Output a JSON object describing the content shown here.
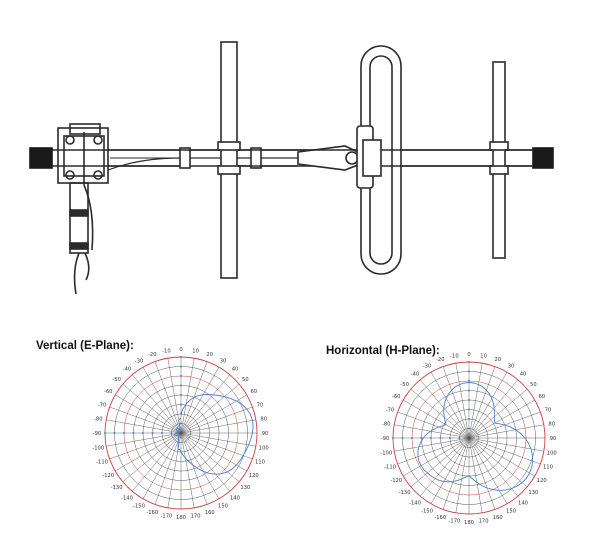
{
  "plots": [
    {
      "title": "Vertical (E-Plane):",
      "ring_color": "#d04040",
      "pattern_color": "#4a7fd0",
      "pattern_shape": "single-lobe",
      "angle_labels": [
        "0",
        "10",
        "20",
        "30",
        "40",
        "50",
        "60",
        "70",
        "80",
        "90",
        "100",
        "110",
        "120",
        "130",
        "140",
        "150",
        "160",
        "170",
        "180",
        "-170",
        "-160",
        "-150",
        "-140",
        "-130",
        "-120",
        "-110",
        "-100",
        "-90",
        "-80",
        "-70",
        "-60",
        "-50",
        "-40",
        "-30",
        "-20",
        "-10"
      ]
    },
    {
      "title": "Horizontal (H-Plane):",
      "ring_color": "#d04040",
      "pattern_color": "#4a7fd0",
      "pattern_shape": "multi-lobe",
      "angle_labels": [
        "0",
        "10",
        "20",
        "30",
        "40",
        "50",
        "60",
        "70",
        "80",
        "90",
        "100",
        "110",
        "120",
        "130",
        "140",
        "150",
        "160",
        "170",
        "180",
        "-170",
        "-160",
        "-150",
        "-140",
        "-130",
        "-120",
        "-110",
        "-100",
        "-90",
        "-80",
        "-70",
        "-60",
        "-50",
        "-40",
        "-30",
        "-20",
        "-10"
      ]
    }
  ],
  "diagram": {
    "stroke_color": "#2a2a2a",
    "connector_color": "#1a1a1a"
  }
}
